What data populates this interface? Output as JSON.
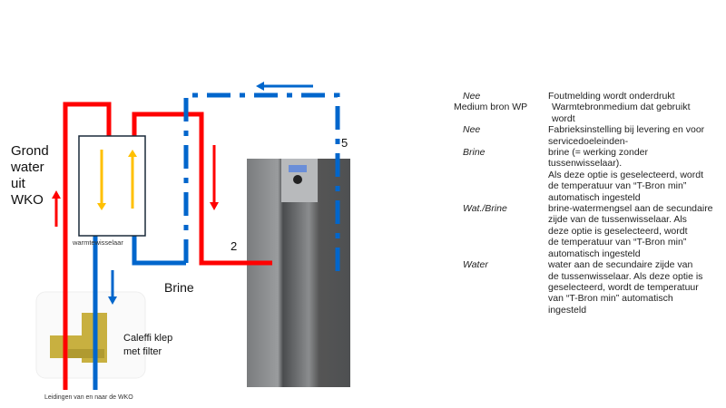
{
  "labels": {
    "grond": "Grond",
    "water": "water",
    "uit": "uit",
    "wko": "WKO",
    "hx": "warmtewisselaar",
    "brine": "Brine",
    "klep1": "Caleffi klep",
    "klep2": "met filter",
    "leidingen": "Leidingen van en naar de WKO",
    "n2": "2",
    "n5": "5"
  },
  "colors": {
    "hot": "#ff0000",
    "cold": "#0066cc",
    "flow": "#ffc000"
  },
  "table": {
    "rows": [
      {
        "key": "Nee",
        "italic": true,
        "lines": [
          "Foutmelding wordt onderdrukt"
        ]
      },
      {
        "key": "Medium bron WP",
        "italic": false,
        "lines": [
          "Warmtebronmedium dat gebruikt",
          "wordt"
        ]
      },
      {
        "key": "Nee",
        "italic": true,
        "lines": [
          "Fabrieksinstelling bij levering en voor",
          "servicedoeleinden-"
        ]
      },
      {
        "key": "Brine",
        "italic": true,
        "lines": [
          "brine (= werking zonder tussenwisselaar).",
          "Als deze optie is geselecteerd, wordt",
          "de temperatuur van “T-Bron min”",
          "automatisch ingesteld"
        ]
      },
      {
        "key": "Wat./Brine",
        "italic": true,
        "lines": [
          "brine-watermengsel aan de secundaire",
          "zijde van de tussenwisselaar. Als",
          "deze optie is geselecteerd, wordt",
          "de temperatuur van “T-Bron min”",
          "automatisch ingesteld"
        ]
      },
      {
        "key": "Water",
        "italic": true,
        "lines": [
          "water aan de secundaire zijde van",
          "de tussenwisselaar. Als deze optie is",
          "geselecteerd, wordt de temperatuur",
          "van “T-Bron min” automatisch",
          "ingesteld"
        ]
      }
    ]
  }
}
